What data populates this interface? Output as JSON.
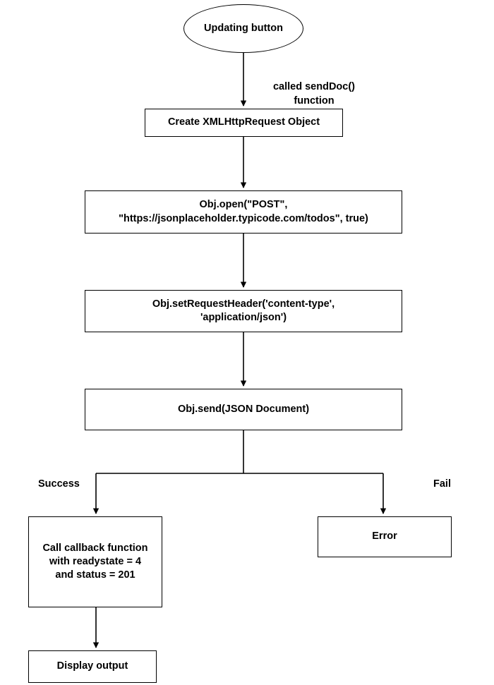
{
  "diagram": {
    "title": "AJAX POST request flowchart",
    "background_color": "#ffffff",
    "stroke_color": "#000000",
    "text_color": "#000000"
  },
  "nodes": [
    {
      "id": "start",
      "shape": "ellipse",
      "label": "Updating button"
    },
    {
      "id": "create-xhr",
      "shape": "rectangle",
      "label": "Create XMLHttpRequest Object"
    },
    {
      "id": "obj-open",
      "shape": "rectangle",
      "label": "Obj.open(\"POST\",\n\"https://jsonplaceholder.typicode.com/todos\", true)"
    },
    {
      "id": "set-request-header",
      "shape": "rectangle",
      "label": "Obj.setRequestHeader('content-type',\n'application/json')"
    },
    {
      "id": "obj-send",
      "shape": "rectangle",
      "label": "Obj.send(JSON Document)"
    },
    {
      "id": "callback",
      "shape": "rectangle",
      "label": "Call callback function\nwith readystate = 4\nand status = 201"
    },
    {
      "id": "error",
      "shape": "rectangle",
      "label": "Error"
    },
    {
      "id": "display-output",
      "shape": "rectangle",
      "label": "Display output"
    }
  ],
  "edge_labels": {
    "start_to_create": "called sendDoc()\nfunction",
    "success": "Success",
    "fail": "Fail"
  }
}
